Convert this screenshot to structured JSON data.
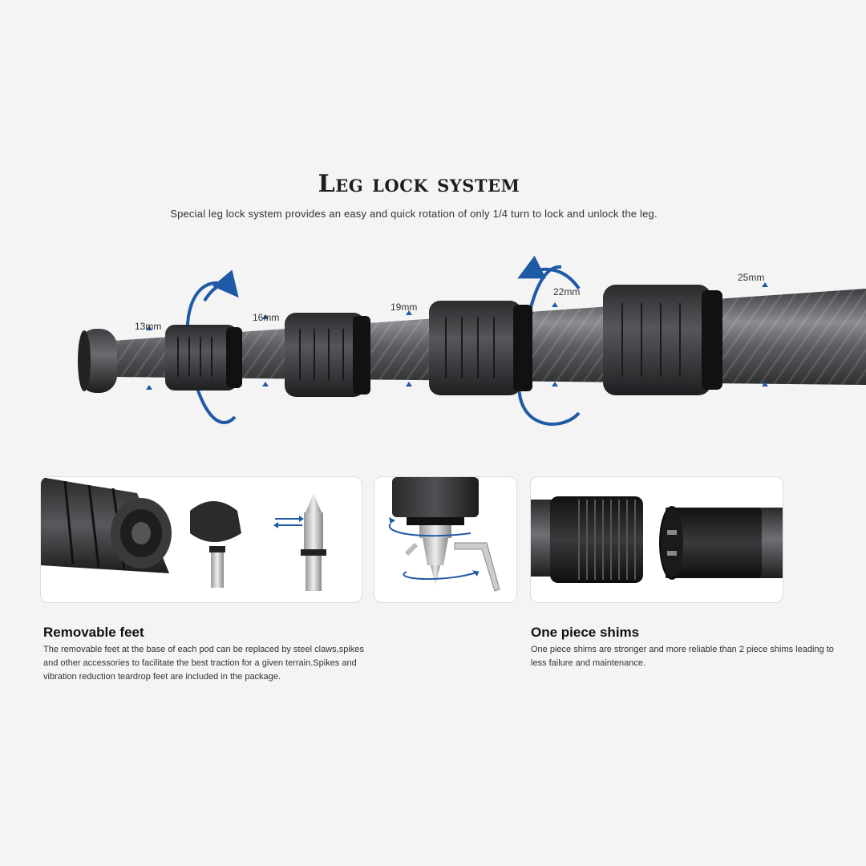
{
  "header": {
    "title": "Leg lock system",
    "subtitle": "Special leg lock system provides an easy and quick rotation of only 1/4 turn to  lock and unlock the leg."
  },
  "dimensions": [
    "13mm",
    "16mm",
    "19mm",
    "22mm",
    "25mm"
  ],
  "colors": {
    "arrow": "#1f5aa6",
    "carbon": "#5a5c60",
    "lock": "#3a3b3d",
    "background": "#f4f4f4"
  },
  "features": [
    {
      "title": "Removable feet",
      "body": "The removable feet at the base of each pod can be replaced by steel claws,spikes and other accessories to facilitate the best traction for a given terrain.Spikes and vibration reduction teardrop feet are included in the package."
    },
    {
      "title": "One piece shims",
      "body": "One piece shims are stronger and more reliable than 2 piece shims leading to less failure and maintenance."
    }
  ]
}
